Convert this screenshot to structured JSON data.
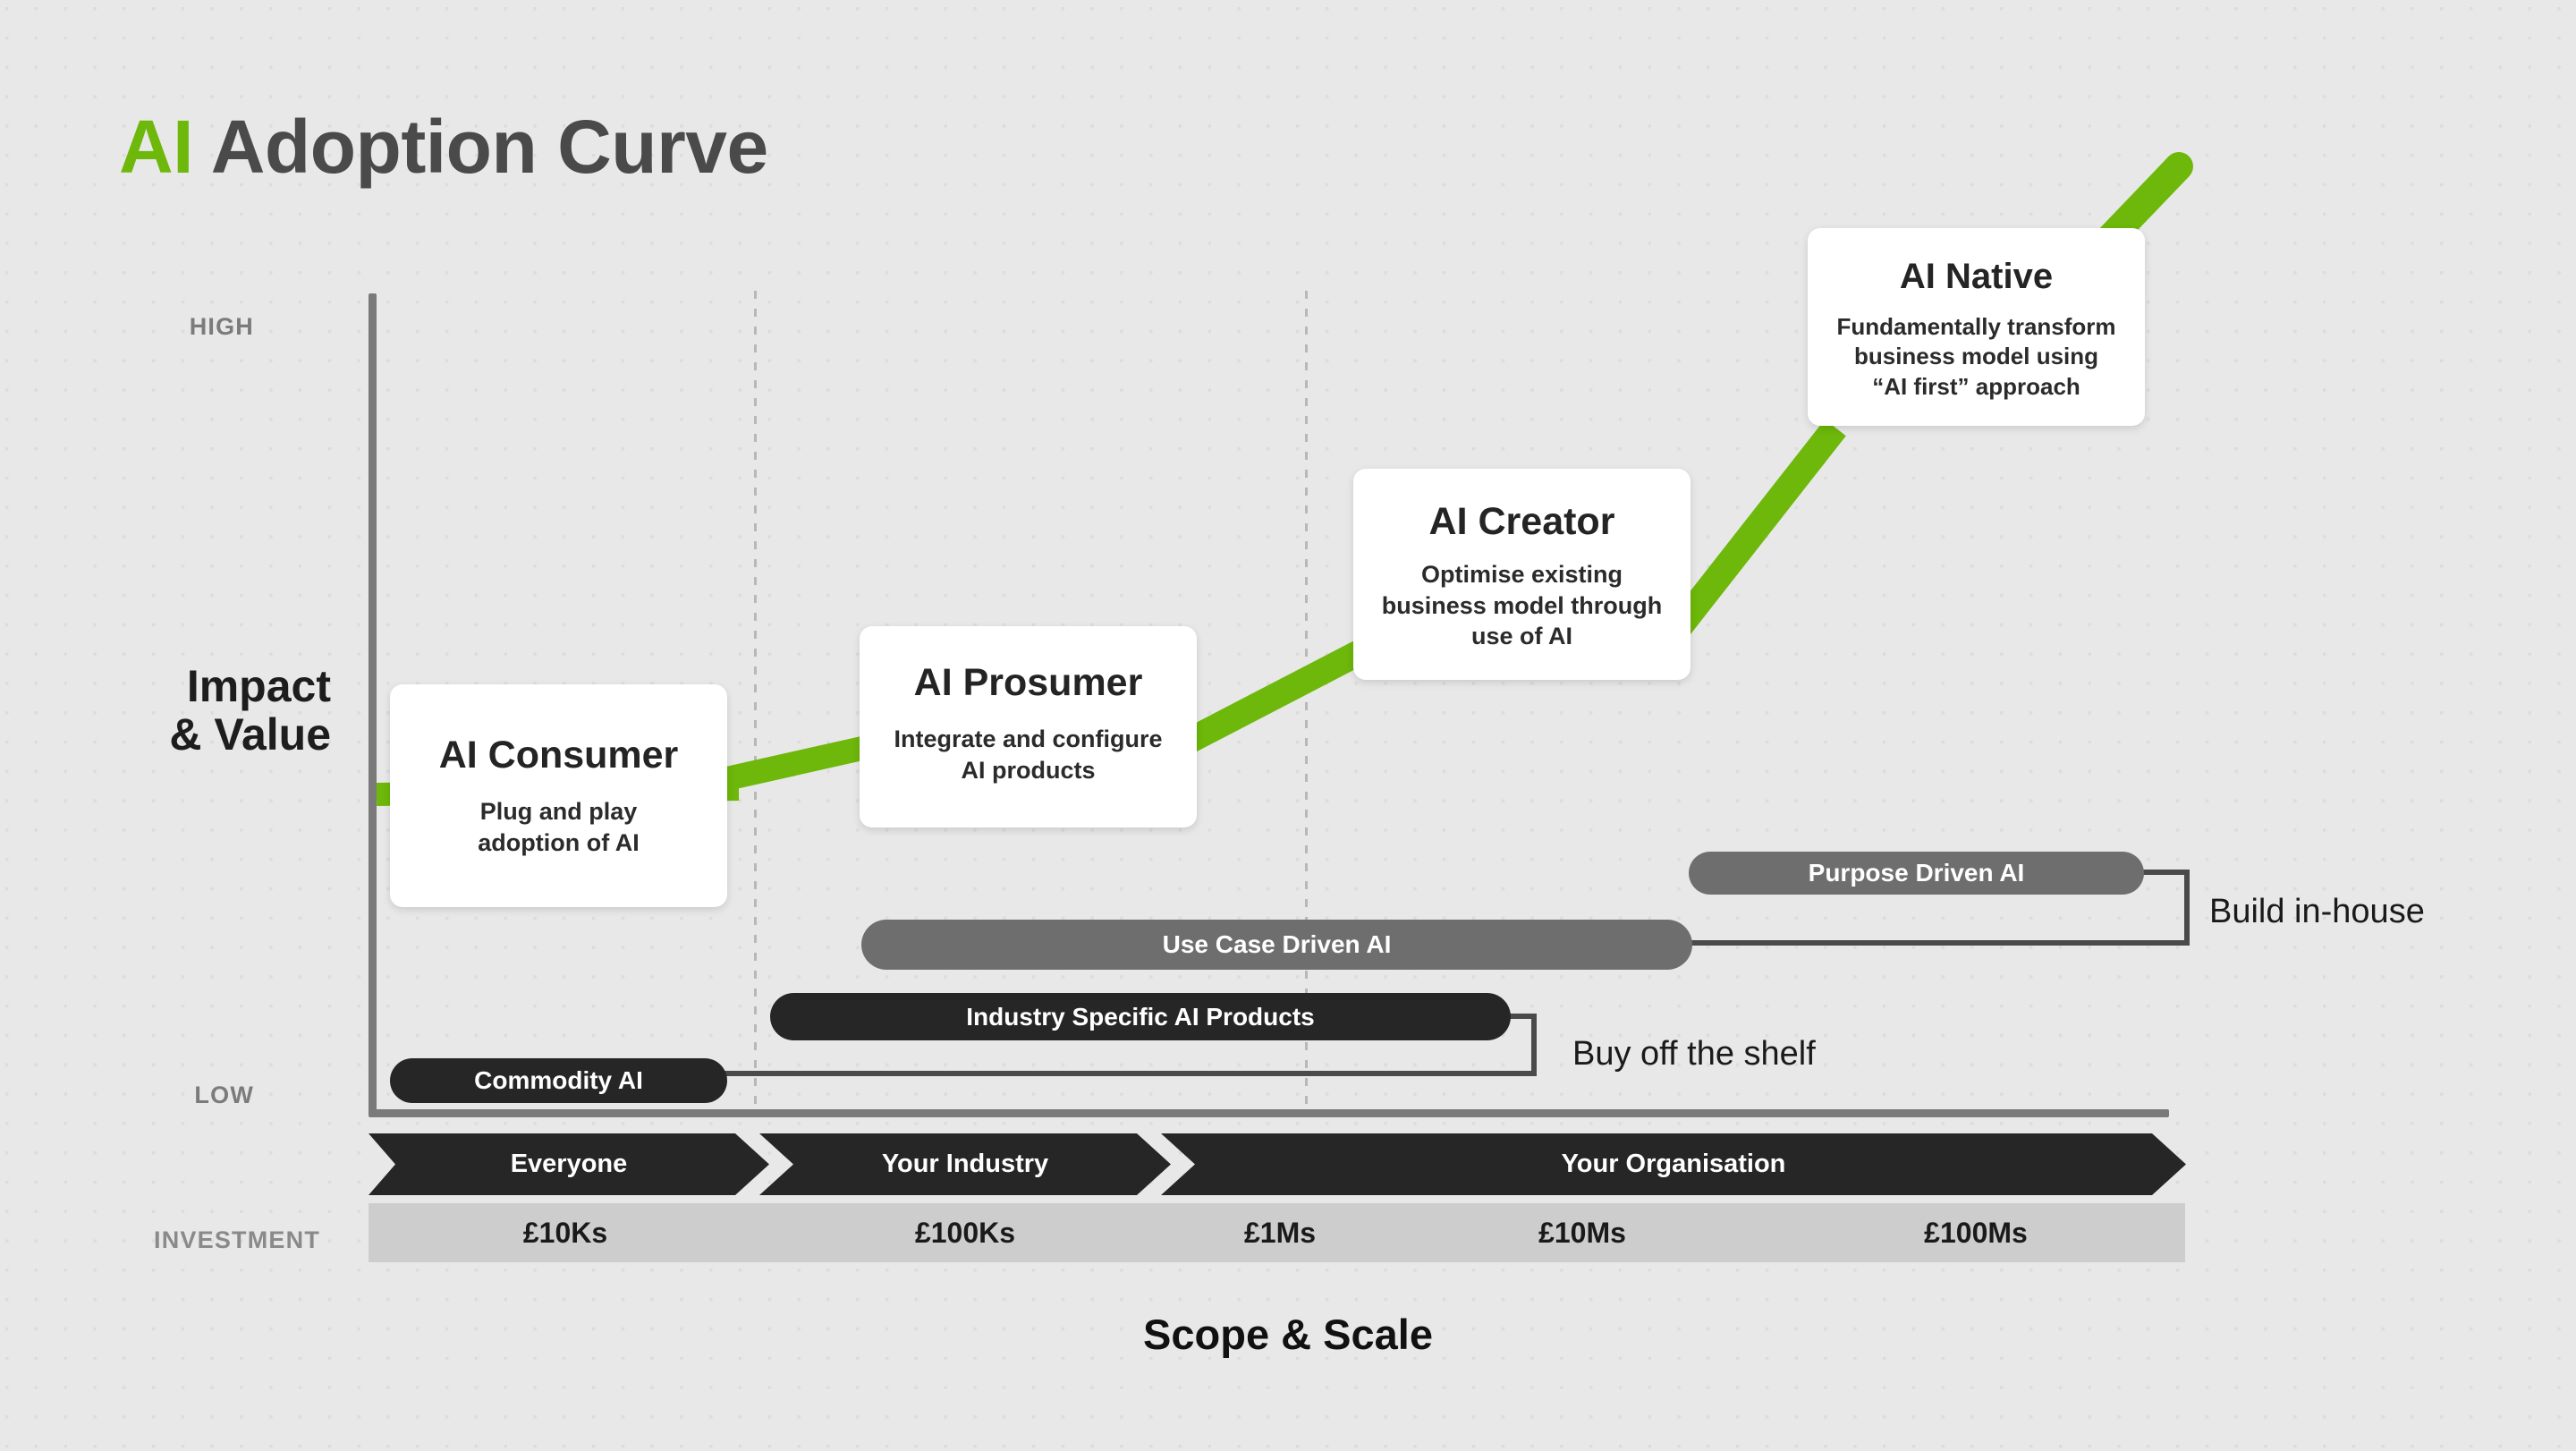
{
  "title": {
    "accent": "AI",
    "rest": "Adoption Curve",
    "accent_color": "#6db80a",
    "rest_color": "#4a4a4a"
  },
  "axes": {
    "y_title_line1": "Impact",
    "y_title_line2": "& Value",
    "y_high": "HIGH",
    "y_low": "LOW",
    "x_title": "Scope & Scale",
    "investment_label": "INVESTMENT"
  },
  "stages": [
    {
      "name": "AI Consumer",
      "desc_line1": "Plug and play",
      "desc_line2": "adoption of AI",
      "desc_line3": ""
    },
    {
      "name": "AI Prosumer",
      "desc_line1": "Integrate and configure",
      "desc_line2": "AI products",
      "desc_line3": ""
    },
    {
      "name": "AI Creator",
      "desc_line1": "Optimise existing",
      "desc_line2": "business model through",
      "desc_line3": "use of AI"
    },
    {
      "name": "AI Native",
      "desc_line1": "Fundamentally transform",
      "desc_line2": "business model using",
      "desc_line3": "“AI first” approach"
    }
  ],
  "bars": [
    {
      "label": "Purpose Driven AI",
      "shade": "mid"
    },
    {
      "label": "Use Case Driven AI",
      "shade": "mid"
    },
    {
      "label": "Industry Specific AI Products",
      "shade": "dark"
    },
    {
      "label": "Commodity AI",
      "shade": "dark"
    }
  ],
  "brackets": [
    {
      "label": "Build in-house"
    },
    {
      "label": "Buy off the shelf"
    }
  ],
  "scope_segments": [
    {
      "label": "Everyone"
    },
    {
      "label": "Your Industry"
    },
    {
      "label": "Your Organisation"
    }
  ],
  "investment_ticks": [
    {
      "label": "£10Ks"
    },
    {
      "label": "£100Ks"
    },
    {
      "label": "£1Ms"
    },
    {
      "label": "£10Ms"
    },
    {
      "label": "£100Ms"
    }
  ],
  "colors": {
    "background": "#e8e8e8",
    "grid_dot": "#dcdcdc",
    "accent_green": "#6db80a",
    "bar_dark": "#262626",
    "bar_mid": "#6e6e6e",
    "axis": "#7a7a7a",
    "invest_band": "#cdcdcd"
  },
  "chart_data": {
    "type": "line",
    "title": "AI Adoption Curve",
    "xlabel": "Scope & Scale",
    "ylabel": "Impact & Value",
    "x_tick_labels": [
      "£10Ks",
      "£100Ks",
      "£1Ms",
      "£10Ms",
      "£100Ms"
    ],
    "y_tick_labels": [
      "LOW",
      "HIGH"
    ],
    "grid": "dotted-vertical",
    "legend": "none",
    "annotations": [
      "AI Consumer",
      "AI Prosumer",
      "AI Creator",
      "AI Native",
      "Commodity AI",
      "Industry Specific AI Products",
      "Use Case Driven AI",
      "Purpose Driven AI",
      "Buy off the shelf",
      "Build in-house",
      "Everyone",
      "Your Industry",
      "Your Organisation"
    ],
    "series": [
      {
        "name": "Impact & Value vs Scope & Scale",
        "points": [
          {
            "stage": "AI Consumer",
            "x": 0.02,
            "y": 0.33
          },
          {
            "stage": "AI Consumer",
            "x": 0.2,
            "y": 0.36
          },
          {
            "stage": "AI Prosumer",
            "x": 0.28,
            "y": 0.42
          },
          {
            "stage": "AI Prosumer",
            "x": 0.46,
            "y": 0.46
          },
          {
            "stage": "AI Creator",
            "x": 0.55,
            "y": 0.58
          },
          {
            "stage": "AI Creator",
            "x": 0.73,
            "y": 0.62
          },
          {
            "stage": "AI Native",
            "x": 0.82,
            "y": 0.8
          },
          {
            "stage": "AI Native",
            "x": 1.0,
            "y": 1.0
          }
        ]
      }
    ]
  }
}
